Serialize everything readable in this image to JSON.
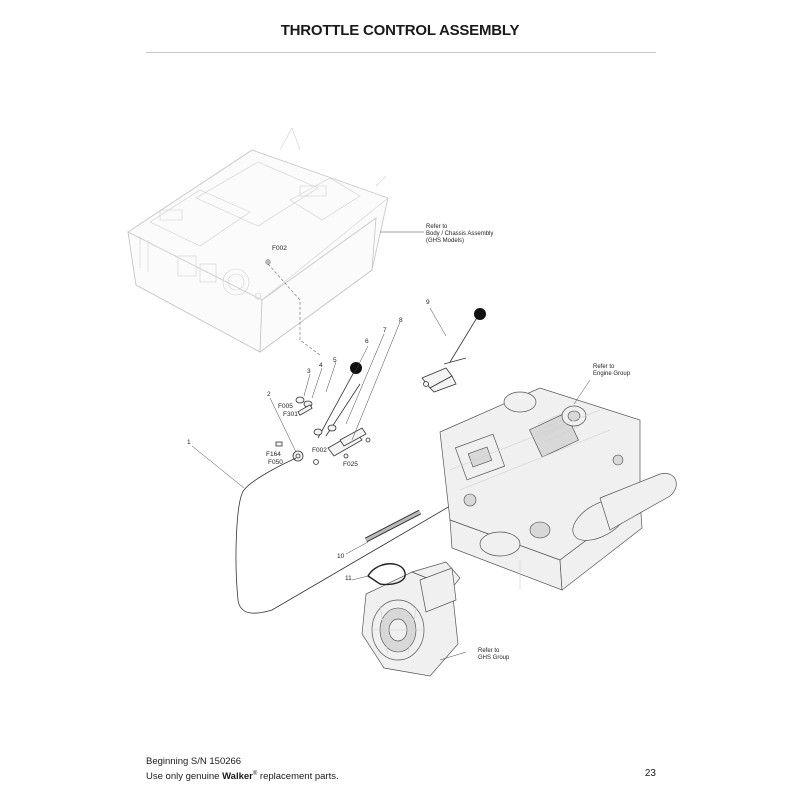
{
  "page": {
    "title": "THROTTLE CONTROL ASSEMBLY",
    "page_number": "23",
    "footer": {
      "serial": "Beginning S/N 150266",
      "note_prefix": "Use only genuine ",
      "brand": "Walker",
      "brand_mark": "®",
      "note_suffix": " replacement parts."
    }
  },
  "references": {
    "body": [
      "Refer to",
      "Body / Chassis Assembly",
      "(GHS Models)"
    ],
    "engine": [
      "Refer to",
      "Engine Group"
    ],
    "ghs": [
      "Refer to",
      "GHS Group"
    ]
  },
  "callouts": {
    "n1": "1",
    "n2": "2",
    "n3": "3",
    "n4": "4",
    "n5": "5",
    "n6": "6",
    "n7": "7",
    "n8": "8",
    "n9": "9",
    "n10": "10",
    "n11": "11",
    "f002_top": "F002",
    "f005": "F005",
    "f301": "F301",
    "f002_mid": "F002",
    "f164": "F164",
    "f050": "F050",
    "f025": "F025"
  }
}
